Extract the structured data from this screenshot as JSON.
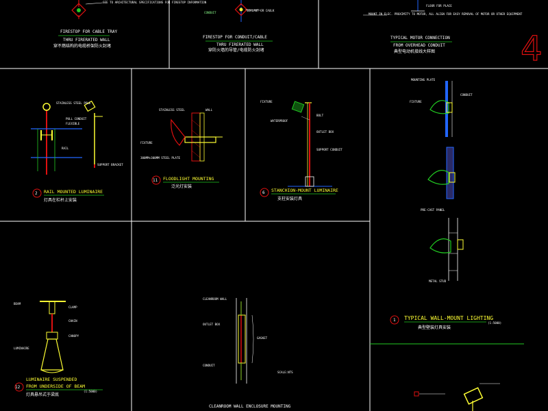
{
  "sheet": {
    "sheet_number": "4",
    "accent_red": "#e01010",
    "accent_green": "#22cc22",
    "accent_yellow": "#ffff33",
    "accent_blue": "#2266ff"
  },
  "details": {
    "firestop_cable": {
      "title_line1": "FIRESTOP FOR CABLE TRAY",
      "title_line2": "THRU FIRERATED WALL",
      "title_zh": "穿不燃结构的电缆桥架防火封堵",
      "note": "SEE TO ARCHITECTURAL SPECIFICATIONS FOR FIRESTOP INFORMATION"
    },
    "firestop_conduit": {
      "title_line1": "FIRESTOP FOR CONDUIT/CABLE",
      "title_line2": "THRU FIRERATED WALL",
      "title_zh": "穿防火墙的导管/电缆防火封堵",
      "note": "SEALANT OR CAULK"
    },
    "motor_connection": {
      "title_line1": "TYPICAL MOTOR CONNECTION",
      "title_line2": "FROM OVERHEAD CONDUIT",
      "title_zh": "典型电动机接线大样图",
      "note1": "FLOOR FOR PLACE",
      "note2": "MOUNT IN ELEC. PROXIMITY TO MOTOR, ALL ALIGN FOR EASY REMOVAL OF MOTOR OR OTHER EQUIPMENT"
    },
    "rail_mounted": {
      "number": "2",
      "title": "RAIL MOUNTED LUMINAIRE",
      "title_zh": "灯具在栏杆上安装",
      "labels": [
        "STAINLESS STEEL POLE",
        "PULL CONDUIT",
        "FLEXIBLE",
        "SUPPORT BRACKET",
        "RAIL"
      ]
    },
    "floodlight": {
      "number": "11",
      "title": "FLOODLIGHT MOUNTING",
      "title_zh": "泛光灯安装",
      "labels": [
        "STAINLESS STEEL",
        "WALL",
        "FIXTURE",
        "300MM×300MM STEEL PLATE"
      ]
    },
    "stanchion": {
      "number": "6",
      "title": "STANCHION-MOUNT LUMINAIRE",
      "title_zh": "支柱安装灯具",
      "labels": [
        "FIXTURE",
        "WATERPROOF",
        "BOLT",
        "SUPPORT CONDUIT",
        "OUTLET BOX"
      ]
    },
    "wall_mount": {
      "number": "1",
      "title": "TYPICAL WALL-MOUNT LIGHTING",
      "title_zh": "典型壁装灯具安装",
      "scale": "(1:5000)",
      "labels": [
        "MOUNTING PLATE",
        "CONDUIT",
        "FIXTURE",
        "PRE-CAST PANEL",
        "METAL STUD"
      ]
    },
    "suspended": {
      "number": "12",
      "title_line1": "LUMINAIRE SUSPENDED",
      "title_line2": "FROM UNDERSIDE OF BEAM",
      "title_zh": "灯具悬吊式于梁底",
      "scale": "(1:5000)",
      "labels": [
        "BEAM",
        "CLAMP",
        "CHAIN",
        "CANOPY",
        "LUMINAIRE"
      ]
    },
    "cleanroom": {
      "title": "CLEANROOM WALL ENCLOSURE MOUNTING",
      "labels": [
        "CLEANROOM WALL",
        "OUTLET BOX",
        "GASKET",
        "CONDUIT"
      ],
      "scale": "SCALE:NTS"
    }
  }
}
